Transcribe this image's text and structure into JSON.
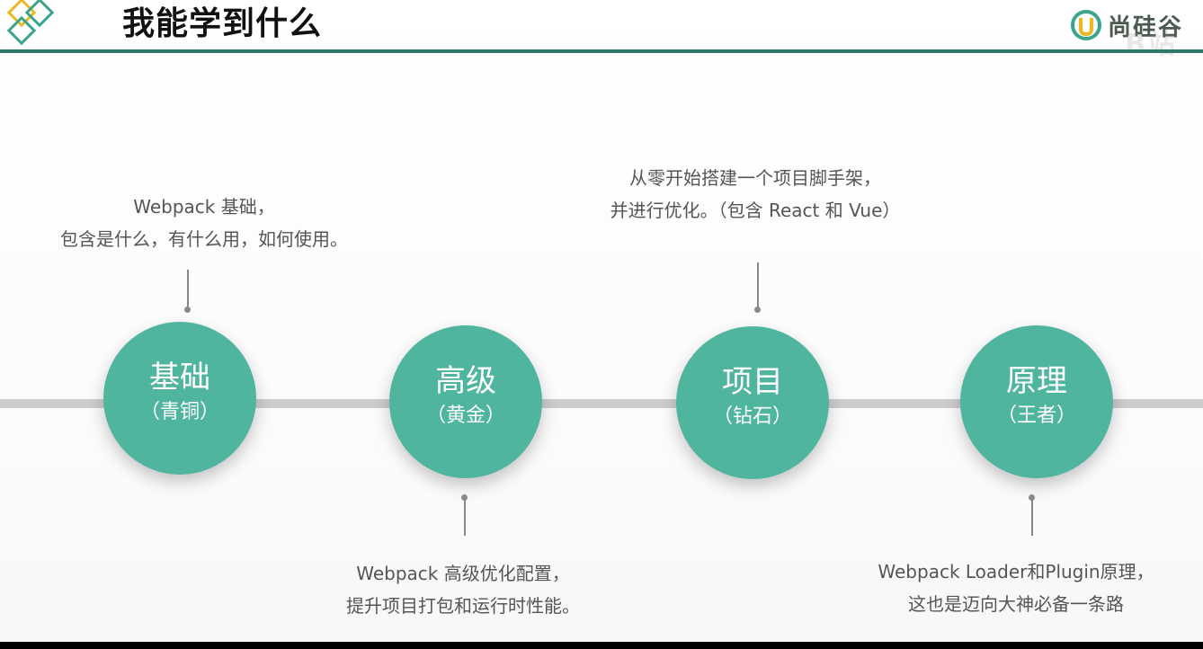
{
  "header": {
    "title": "我能学到什么",
    "brand": "尚硅谷",
    "watermark": "B站"
  },
  "colors": {
    "accent": "#50b59f",
    "header_rule": "#2f7a6b",
    "timeline": "#cccccc",
    "logo_yellow": "#e8b923",
    "logo_teal": "#3aa58d"
  },
  "stages": [
    {
      "title": "基础",
      "subtitle": "（青铜）",
      "description": [
        "Webpack 基础，",
        "包含是什么，有什么用，如何使用。"
      ]
    },
    {
      "title": "高级",
      "subtitle": "（黄金）",
      "description": [
        "Webpack 高级优化配置，",
        "提升项目打包和运行时性能。"
      ]
    },
    {
      "title": "项目",
      "subtitle": "（钻石）",
      "description": [
        "从零开始搭建一个项目脚手架，",
        "并进行优化。（包含 React 和 Vue）"
      ]
    },
    {
      "title": "原理",
      "subtitle": "（王者）",
      "description": [
        "Webpack Loader和Plugin原理，",
        "这也是迈向大神必备一条路"
      ]
    }
  ]
}
